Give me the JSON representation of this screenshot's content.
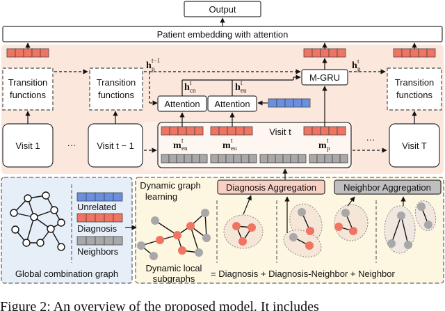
{
  "colors": {
    "diagnosis": "#f07462",
    "unrelated": "#6a8fe0",
    "neighbor": "#a8a8a8",
    "peach_bg": "#fbe7dc",
    "light_peach_bg": "#fdf0e8",
    "blue_bg": "#e6eef8",
    "cream_bg": "#fdf6e0",
    "diag_agg_fill": "#f8d0c4",
    "neigh_agg_fill": "#bfbfbf"
  },
  "top": {
    "output": "Output",
    "patient_embedding": "Patient embedding with attention"
  },
  "visits": {
    "visit1": "Visit 1",
    "visit_prev": "Visit t − 1",
    "visit_t": "Visit t",
    "visit_T": "Visit T",
    "ellipsis": "···"
  },
  "transitions": {
    "label_line1": "Transition",
    "label_line2": "functions"
  },
  "modules": {
    "mgru": "M-GRU",
    "attention": "Attention"
  },
  "math": {
    "h_prev_main": "h",
    "h_prev_sub": "p",
    "h_prev_sup": "t−1",
    "h_cn_main": "h",
    "h_cn_sub": "cn",
    "h_cn_sup": "t",
    "h_eu_main": "h",
    "h_eu_sub": "eu",
    "h_eu_sup": "t",
    "h_p_main": "h",
    "h_p_sub": "p",
    "h_p_sup": "t",
    "m_en_main": "m",
    "m_en_sub": "en",
    "m_en_sup": "t",
    "m_eu_main": "m",
    "m_eu_sub": "eu",
    "m_eu_sup": "t",
    "m_p_main": "m",
    "m_p_sub": "p",
    "m_p_sup": "t"
  },
  "graph": {
    "global_caption": "Global combination graph",
    "legend_unrelated": "Unrelated",
    "legend_diagnosis": "Diagnosis",
    "legend_neighbors": "Neighbors",
    "dynamic_learning_1": "Dynamic graph",
    "dynamic_learning_2": "learning",
    "diag_agg": "Diagnosis Aggregation",
    "neigh_agg": "Neighbor Aggregation",
    "local_1": "Dynamic local",
    "local_2": "subgraphs",
    "equation": "= Diagnosis + Diagnosis-Neighbor + Neighbor"
  },
  "caption_partial": "Figure 2: An overview of the proposed model. It includes"
}
